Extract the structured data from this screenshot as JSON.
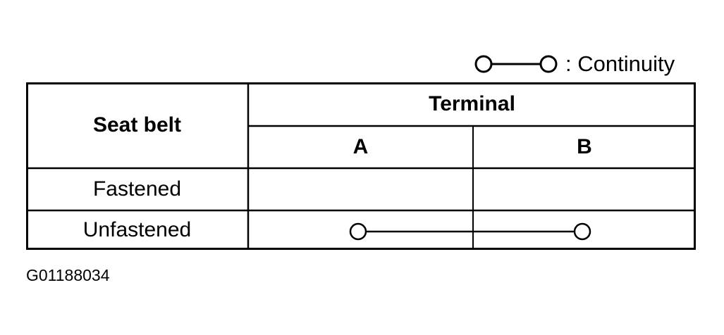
{
  "legend": {
    "symbol": "continuity-symbol",
    "label": ": Continuity"
  },
  "table": {
    "row_header": "Seat belt",
    "group_header": "Terminal",
    "columns": [
      "A",
      "B"
    ],
    "rows": [
      {
        "label": "Fastened",
        "continuity": []
      },
      {
        "label": "Unfastened",
        "continuity": [
          "A",
          "B"
        ]
      }
    ]
  },
  "figure_code": "G01188034"
}
